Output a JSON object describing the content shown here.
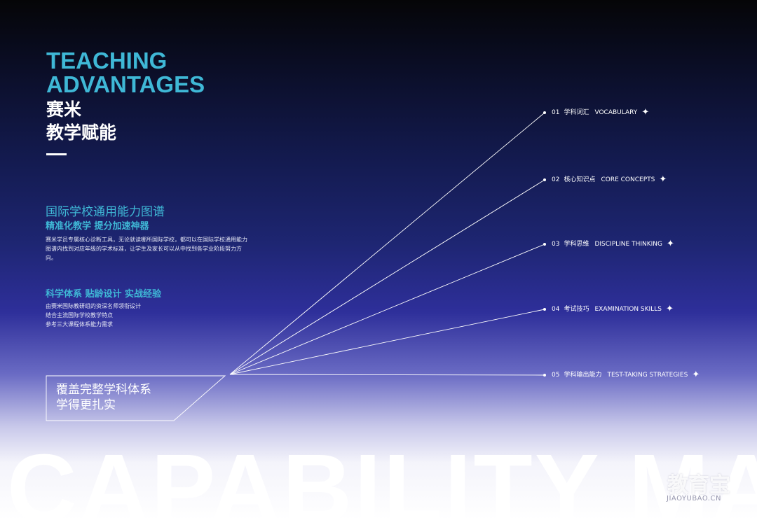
{
  "header": {
    "en_title_line1": "TEACHING",
    "en_title_line2": "ADVANTAGES",
    "cn_title_line1": "赛米",
    "cn_title_line2": "教学赋能"
  },
  "section1": {
    "heading": "国际学校通用能力图谱",
    "subheading": "精准化教学  提分加速神器",
    "paragraph": "赛米学员专属核心诊断工具，无论就读哪所国际学校，都可以在国际学校通用能力图谱内找到对应年级的学术标准，让学生及家长可以从中找到各学业阶段努力方向。"
  },
  "section2": {
    "heading": "科学体系  贴龄设计  实战经验",
    "bullets": [
      "由赛米国际教研组的资深名师领衔设计",
      "结合主流国际学校教学特点",
      "参考三大课程体系能力需求"
    ]
  },
  "box": {
    "line1": "覆盖完整学科体系",
    "line2": "学得更扎实"
  },
  "items": [
    {
      "num": "01",
      "cn": "学科词汇",
      "en": "VOCABULARY",
      "star": "✦"
    },
    {
      "num": "02",
      "cn": "核心知识点",
      "en": "CORE CONCEPTS",
      "star": "✦"
    },
    {
      "num": "03",
      "cn": "学科思维",
      "en": "DISCIPLINE THINKING",
      "star": "✦"
    },
    {
      "num": "04",
      "cn": "考试技巧",
      "en": "EXAMINATION SKILLS",
      "star": "✦"
    },
    {
      "num": "05",
      "cn": "学科输出能力",
      "en": "TEST-TAKING STRATEGIES",
      "star": "✦"
    }
  ],
  "background_text": "CAPABILITY MAP",
  "watermark": {
    "cn": "教育宝",
    "en": "JIAOYUBAO.CN"
  },
  "colors": {
    "accent": "#3fb8d6",
    "text": "#ffffff",
    "bg_top": "#050507",
    "bg_mid": "#1d2570",
    "bg_bottom": "#ffffff"
  }
}
